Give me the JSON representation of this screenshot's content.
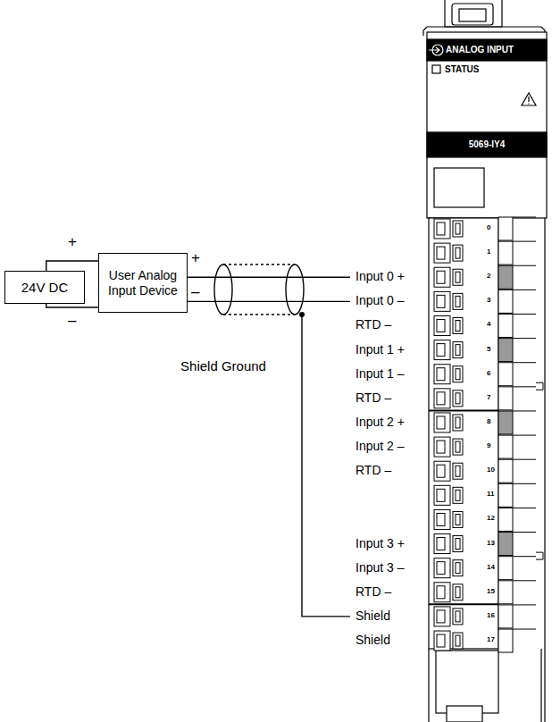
{
  "diagram": {
    "nodes": [
      {
        "text": [
          "24V DC"
        ]
      },
      {
        "text": [
          "User Analog Input Device"
        ]
      },
      {
        "text": [
          "ANALOG INPUT",
          "STATUS",
          "5069-IY4"
        ]
      }
    ],
    "edges": [
      {
        "from": 0,
        "to": 1,
        "arrow": "none"
      },
      {
        "from": 0,
        "to": 1,
        "arrow": "none"
      }
    ],
    "labels": [
      "+",
      "–",
      "+",
      "–",
      "Shield Ground",
      "Input 0 +",
      "Input 0 –",
      "RTD –",
      "Input 1 +",
      "Input 1 –",
      "RTD –",
      "Input 2 +",
      "Input 2 –",
      "RTD –",
      "Input 3 +",
      "Input 3 –",
      "RTD –",
      "Shield",
      "Shield",
      "0",
      "1",
      "2",
      "3",
      "4",
      "5",
      "6",
      "7",
      "8",
      "9",
      "10",
      "11",
      "12",
      "13",
      "14",
      "15",
      "16",
      "17"
    ]
  }
}
